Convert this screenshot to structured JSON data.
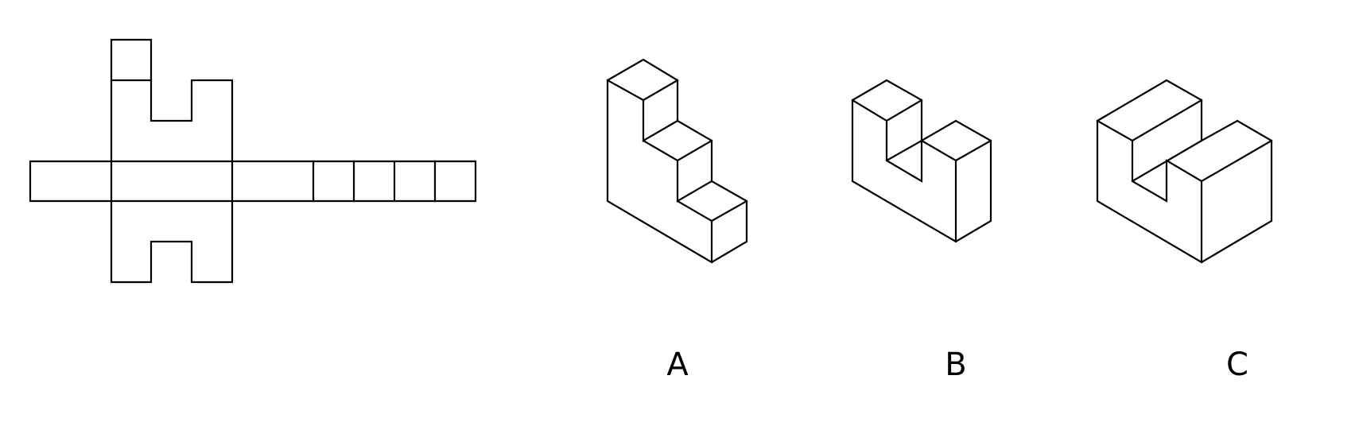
{
  "options": [
    {
      "label": "A"
    },
    {
      "label": "B"
    },
    {
      "label": "C"
    }
  ]
}
